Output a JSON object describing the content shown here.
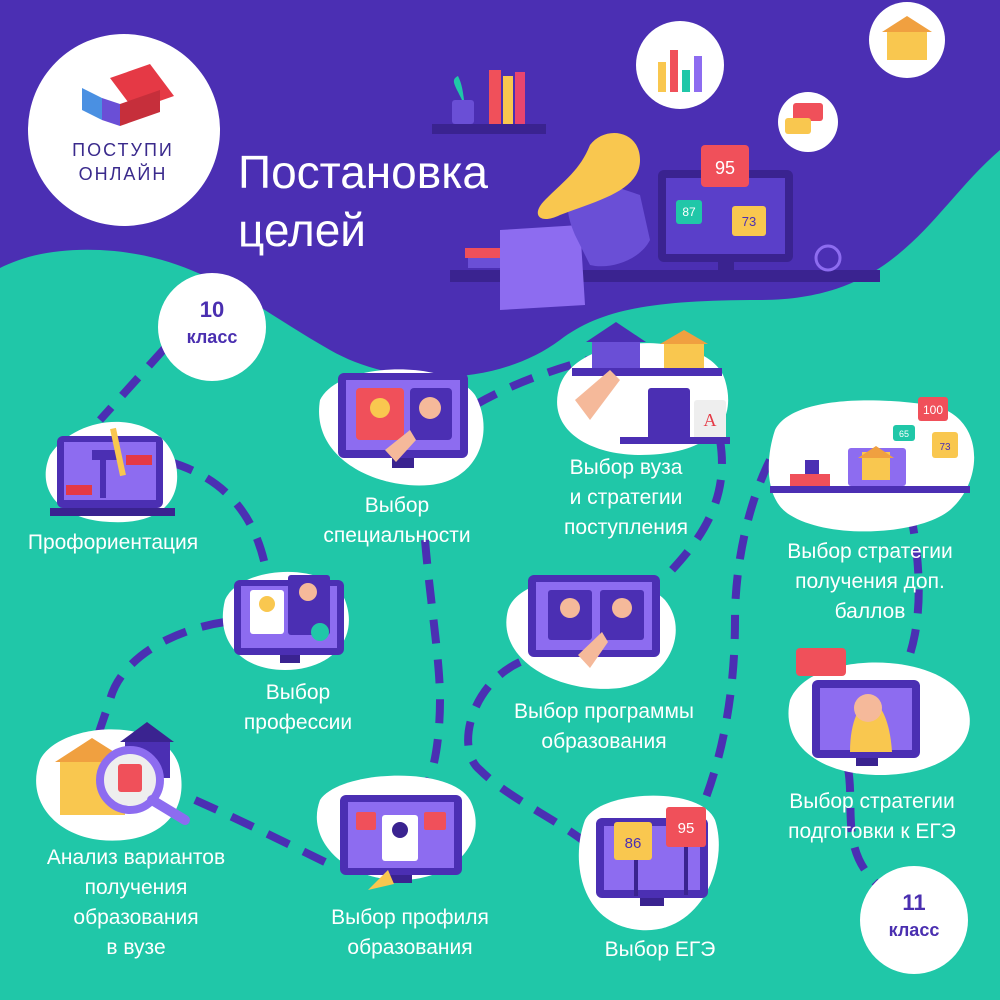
{
  "brand": {
    "logo_text": "ПОСТУПИ\nОНЛАЙН"
  },
  "title": "Постановка\nцелей",
  "badges": {
    "start": {
      "number": "10",
      "word": "класс"
    },
    "end": {
      "number": "11",
      "word": "класс"
    }
  },
  "steps": {
    "proforientation": "Профориентация",
    "specialty": "Выбор\nспециальности",
    "university": "Выбор вуза\nи стратегии\nпоступления",
    "extra_points": "Выбор стратегии\nполучения доп.\nбаллов",
    "profession": "Выбор\nпрофессии",
    "program": "Выбор программы\nобразования",
    "analysis": "Анализ вариантов\nполучения\nобразования\nв вузе",
    "profile": "Выбор профиля\nобразования",
    "exam_choice": "Выбор ЕГЭ",
    "exam_prep": "Выбор стратегии\nподготовки к ЕГЭ"
  },
  "scores": {
    "monitor_top": "95",
    "monitor_left": "87",
    "monitor_right": "73",
    "board_top": "100",
    "board_left": "65",
    "board_right": "73",
    "exam_left": "86",
    "exam_right": "95"
  },
  "colors": {
    "purple": "#4b2fb3",
    "teal": "#20c7a8",
    "violet_light": "#8d6cf0",
    "red": "#f0505a",
    "yellow": "#f9c74f",
    "white": "#ffffff"
  }
}
